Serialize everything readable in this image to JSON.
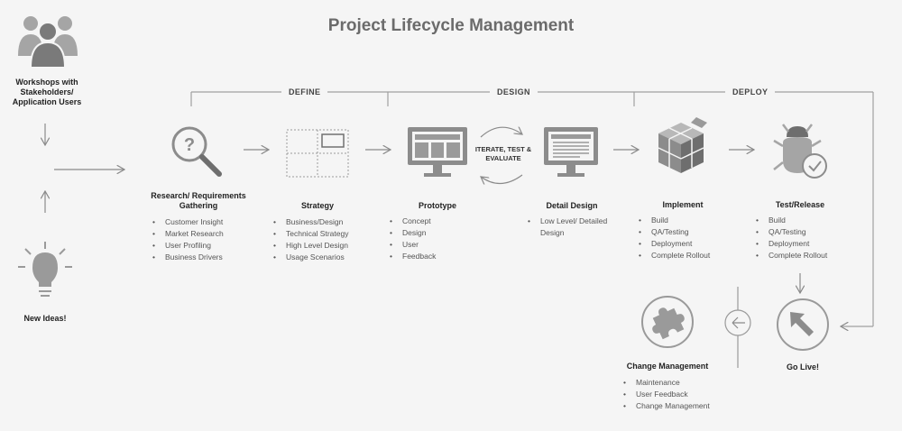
{
  "title": "Project Lifecycle Management",
  "phases": {
    "define": "DEFINE",
    "design": "DESIGN",
    "deploy": "DEPLOY"
  },
  "inputs": {
    "workshops": "Workshops with Stakeholders/ Application Users",
    "new_ideas": "New Ideas!"
  },
  "iterate_label": "ITERATE, TEST & EVALUATE",
  "stages": [
    {
      "title": "Research/ Requirements Gathering",
      "items": [
        "Customer Insight",
        "Market Research",
        "User Profiling",
        "Business Drivers"
      ]
    },
    {
      "title": "Strategy",
      "items": [
        "Business/Design",
        "Technical Strategy",
        "High Level Design",
        "Usage Scenarios"
      ]
    },
    {
      "title": "Prototype",
      "items": [
        "Concept",
        "Design",
        "User",
        "Feedback"
      ]
    },
    {
      "title": "Detail Design",
      "items": [
        "Low Level/ Detailed Design"
      ]
    },
    {
      "title": "Implement",
      "items": [
        "Build",
        "QA/Testing",
        "Deployment",
        "Complete Rollout"
      ]
    },
    {
      "title": "Test/Release",
      "items": [
        "Build",
        "QA/Testing",
        "Deployment",
        "Complete Rollout"
      ]
    }
  ],
  "change_management": {
    "title": "Change Management",
    "items": [
      "Maintenance",
      "User Feedback",
      "Change Management"
    ]
  },
  "go_live": "Go Live!",
  "colors": {
    "icon": "#8c8c8c",
    "icon_dark": "#6e6e6e",
    "line": "#9a9a9a",
    "background": "#f5f5f5"
  },
  "icons": [
    "users-icon",
    "lightbulb-icon",
    "magnifier-question-icon",
    "strategy-grid-icon",
    "monitor-wireframe-icon",
    "monitor-document-icon",
    "cube-blocks-icon",
    "bug-check-icon",
    "puzzle-icon",
    "arrow-up-left-icon",
    "arrow-left-circle-icon"
  ]
}
